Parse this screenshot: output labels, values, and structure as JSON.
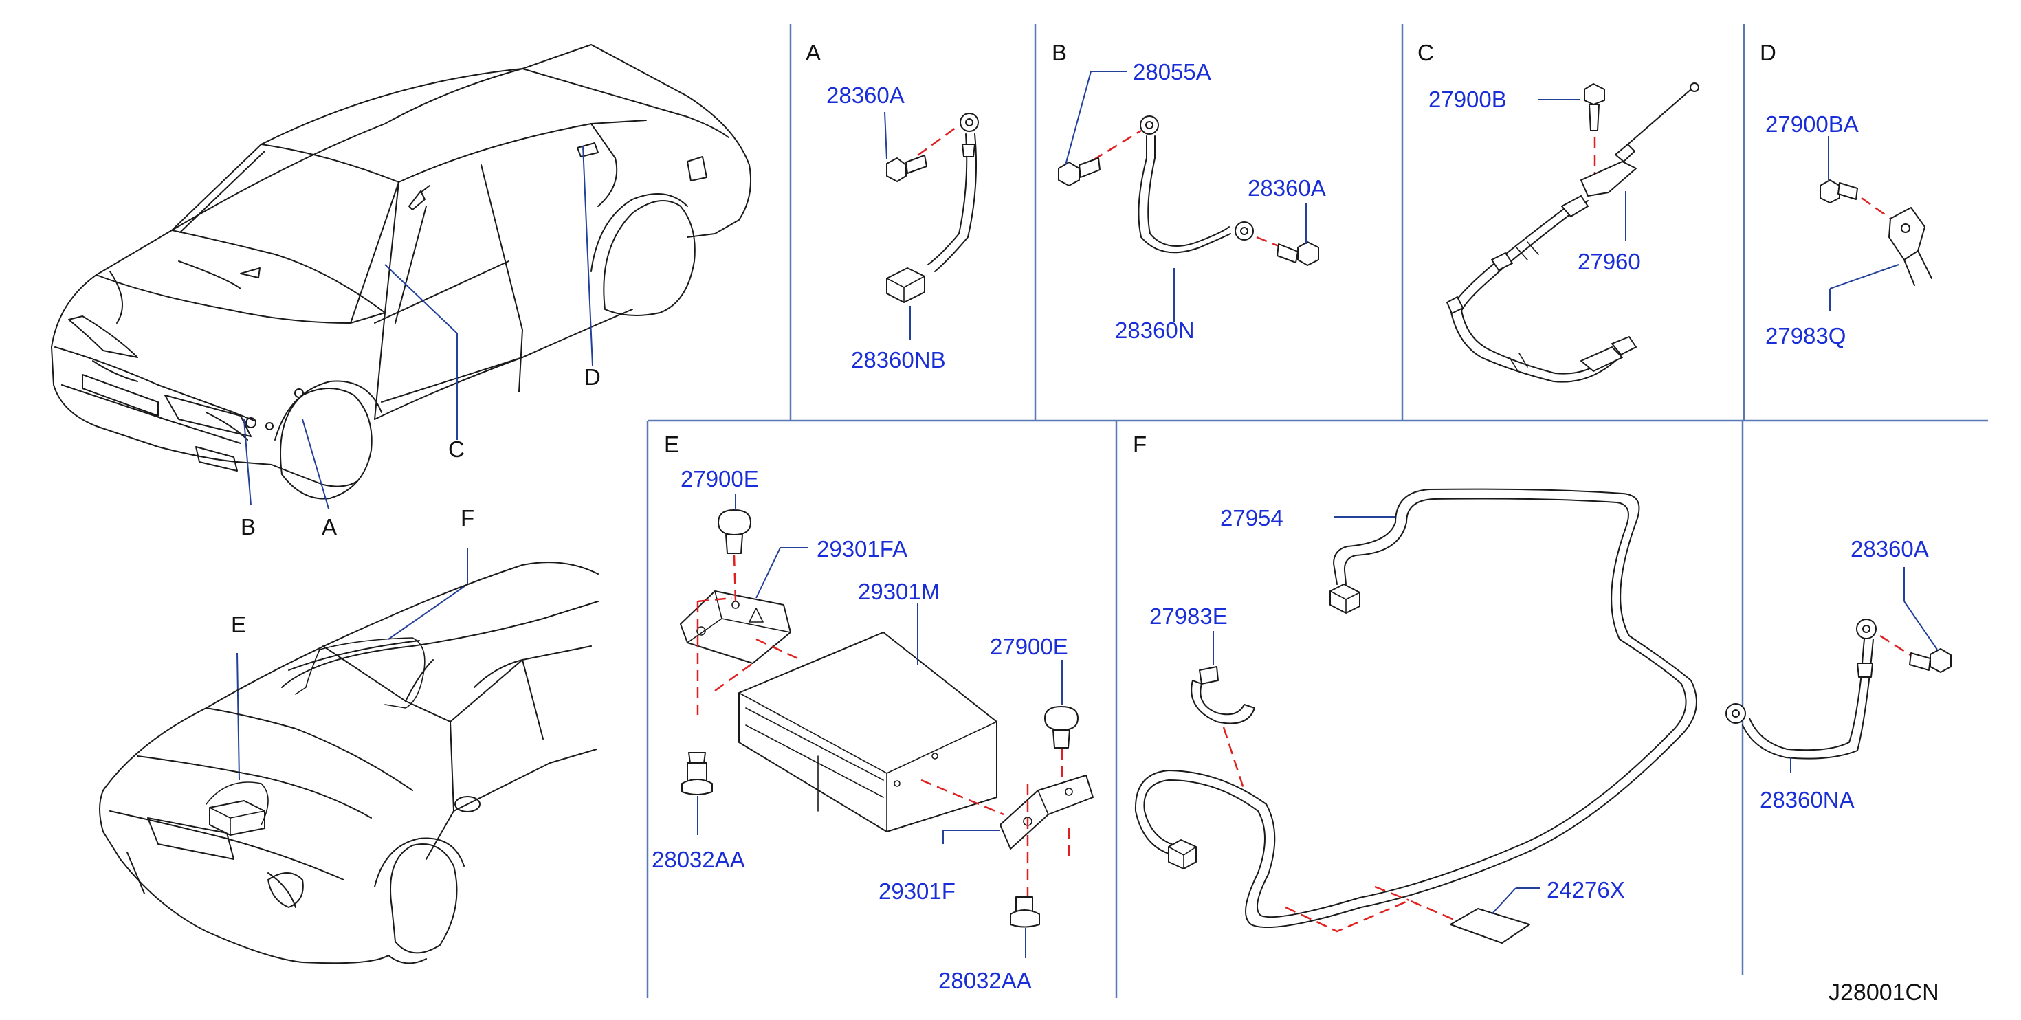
{
  "overview": {
    "callouts": {
      "a": "A",
      "b": "B",
      "c": "C",
      "d": "D",
      "e": "E",
      "f": "F"
    }
  },
  "sections": {
    "a": {
      "letter": "A",
      "parts": {
        "bolt": "28360A",
        "cable": "28360NB"
      }
    },
    "b": {
      "letter": "B",
      "parts": {
        "bolt_top": "28055A",
        "bolt_right": "28360A",
        "cable": "28360N"
      }
    },
    "c": {
      "letter": "C",
      "parts": {
        "bolt": "27900B",
        "feeder": "27960"
      }
    },
    "d": {
      "letter": "D",
      "parts": {
        "bolt": "27900BA",
        "clip": "27983Q"
      }
    },
    "e": {
      "letter": "E",
      "parts": {
        "grommet_left": "27900E",
        "bracket_left": "29301FA",
        "changer": "29301M",
        "grommet_right": "27900E",
        "bolt_left": "28032AA",
        "bracket_right": "29301F",
        "bolt_right": "28032AA"
      }
    },
    "f": {
      "letter": "F",
      "parts": {
        "harness": "27954",
        "clip": "27983E",
        "pad": "24276X"
      }
    },
    "g": {
      "parts": {
        "bolt": "28360A",
        "cable": "28360NA"
      }
    }
  },
  "diagram_code": "J28001CN"
}
